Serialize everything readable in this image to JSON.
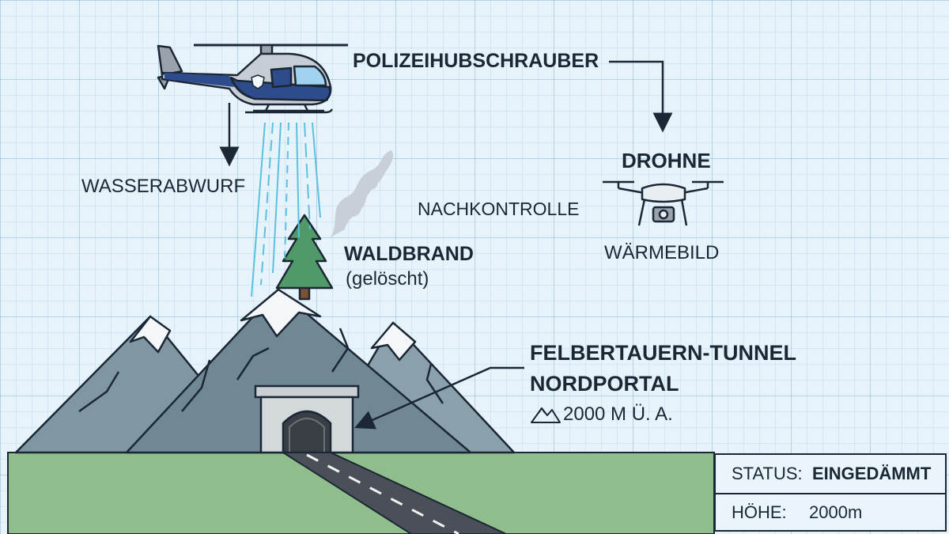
{
  "labels": {
    "helicopter": "POLIZEIHUBSCHRAUBER",
    "water_drop": "WASSERABWURF",
    "drone": "DROHNE",
    "thermal": "WÄRMEBILD",
    "recheck": "NACHKONTROLLE",
    "fire_title": "WALDBRAND",
    "fire_sub": "(gelöscht)",
    "tunnel_line1": "FELBERTAUERN-TUNNEL",
    "tunnel_line2": "NORDPORTAL",
    "altitude": "2000 M Ü. A."
  },
  "status": {
    "status_label": "STATUS:",
    "status_value": "EINGEDÄMMT",
    "height_label": "HÖHE:",
    "height_value": "2000m"
  },
  "icons": {
    "helicopter": "police-helicopter-icon",
    "drone": "drone-icon",
    "tree": "tree-icon",
    "mountain": "mountain-icon"
  },
  "colors": {
    "ink": "#1b2735",
    "helicopter_blue": "#2e4c8c",
    "water": "#5cc0e0",
    "grass": "#8fbe8c",
    "tree": "#4f9a68",
    "rock": "#7f97a2"
  }
}
